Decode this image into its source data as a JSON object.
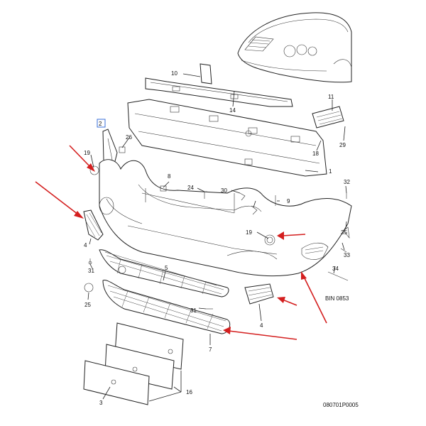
{
  "diagram": {
    "callouts": {
      "c1": "1",
      "c2": "2",
      "c3": "3",
      "c4a": "4",
      "c4b": "4",
      "c5": "5",
      "c7": "7",
      "c8": "8",
      "c9": "9",
      "c10": "10",
      "c11": "11",
      "c14": "14",
      "c16": "16",
      "c18": "18",
      "c19a": "19",
      "c19b": "19",
      "c24": "24",
      "c25": "25",
      "c26": "26",
      "c29": "29",
      "c30": "30",
      "c31a": "31",
      "c31b": "31",
      "c32": "32",
      "c33": "33",
      "c34": "34",
      "c35": "35"
    },
    "bin_code": "BIN 0853",
    "drawing_code": "080701P0005",
    "colors": {
      "arrow": "#d41f1f",
      "highlight_box": "#3a6fd8",
      "line": "#222222"
    }
  }
}
